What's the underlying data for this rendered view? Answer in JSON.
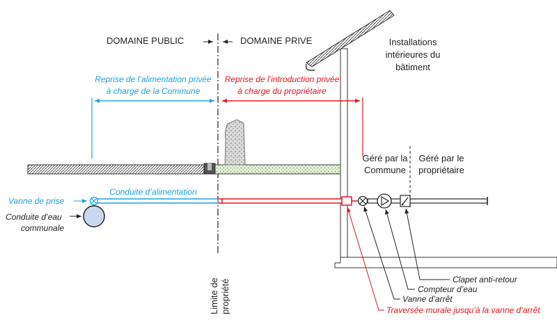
{
  "zones": {
    "public": "DOMAINE PUBLIC",
    "private": "DOMAINE PRIVE"
  },
  "building": {
    "line1": "Installations",
    "line2": "intérieures du",
    "line3": "bâtiment"
  },
  "reprise_public": {
    "line1": "Reprise de l’alimentation privée",
    "line2": "à charge de la Commune",
    "color": "#1aa3dd"
  },
  "reprise_private": {
    "line1": "Reprise de l’introduction privée",
    "line2": "à charge du propriétaire",
    "color": "#e8131b"
  },
  "gere_commune": {
    "line1": "Géré par la",
    "line2": "Commune"
  },
  "gere_proprietaire": {
    "line1": "Géré par le",
    "line2": "propriétaire"
  },
  "limite": {
    "line1": "Limite de",
    "line2": "propriété"
  },
  "vanne_prise": "Vanne de prise",
  "conduite_alimentation": "Conduite d’alimentation",
  "conduite_communale": {
    "line1": "Conduite d’eau",
    "line2": "communale"
  },
  "callouts": {
    "clapet": "Clapet anti-retour",
    "compteur": "Compteur d’eau",
    "vanne_arret": "Vanne d’arrêt",
    "traversee": "Traversée murale jusqu’à la vanne d’arrêt"
  },
  "icons": [
    "valve-icon",
    "water-meter-icon",
    "check-valve-icon",
    "pipe-section-icon"
  ]
}
